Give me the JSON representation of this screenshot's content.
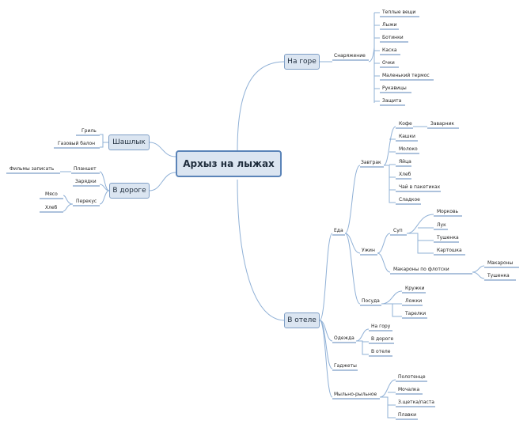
{
  "root": {
    "label": "Архыз на лыжах"
  },
  "branches": {
    "na_gore": {
      "label": "На горе",
      "snaryazhenie": {
        "label": "Снаряжение",
        "items": [
          "Теплые вещи",
          "Лыжи",
          "Ботинки",
          "Каска",
          "Очки",
          "Маленький термос",
          "Рукавицы",
          "Защита"
        ]
      }
    },
    "shashlyk": {
      "label": "Шашлык",
      "items": [
        "Гриль",
        "Газовый балон"
      ]
    },
    "v_doroge": {
      "label": "В дороге",
      "planshet": {
        "label": "Планшет",
        "child": "Фильмы записать"
      },
      "zaryadki": "Зарядки",
      "perekus": {
        "label": "Перекус",
        "items": [
          "Мясо",
          "Хлеб"
        ]
      }
    },
    "v_otele": {
      "label": "В отеле",
      "eda": {
        "label": "Еда",
        "zavtrak": {
          "label": "Завтрак",
          "kofe": {
            "label": "Кофе",
            "child": "Заварник"
          },
          "items": [
            "Кашки",
            "Молоко",
            "Яйца",
            "Хлеб",
            "Чай в пакетиках",
            "Сладкое"
          ]
        },
        "uzhin": {
          "label": "Ужин",
          "sup": {
            "label": "Суп",
            "items": [
              "Морковь",
              "Лук",
              "Тушенка",
              "Картошка"
            ]
          },
          "makarony": {
            "label": "Макароны по флотски",
            "items": [
              "Макароны",
              "Тушенка"
            ]
          }
        },
        "posuda": {
          "label": "Посуда",
          "items": [
            "Кружки",
            "Ложки",
            "Тарелки"
          ]
        }
      },
      "odezhda": {
        "label": "Одежда",
        "items": [
          "На гору",
          "В дороге",
          "В отеле"
        ]
      },
      "gadzhety": "Гаджеты",
      "mylnoe": {
        "label": "Мыльно-рыльное",
        "items": [
          "Полотенце",
          "Мочалка",
          "З.щетка/паста",
          "Плавки"
        ]
      }
    }
  },
  "colors": {
    "line": "#8fb0d6",
    "underline": "#5b84b8",
    "box_fill": "#dbe5f1",
    "box_border": "#7f9fc6"
  }
}
